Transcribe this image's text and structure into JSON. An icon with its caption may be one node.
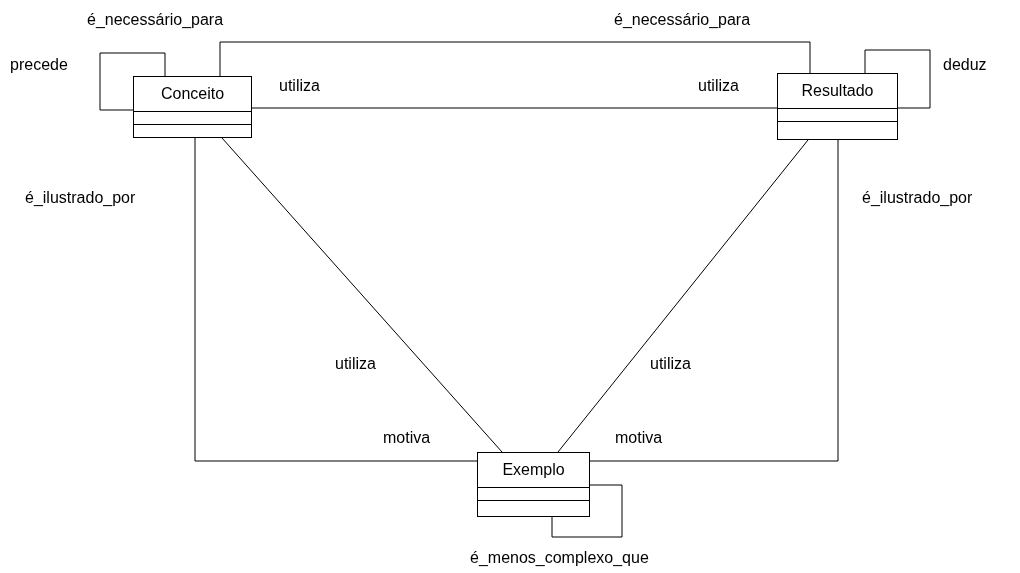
{
  "diagram": {
    "nodes": [
      {
        "text": [
          "Conceito"
        ]
      },
      {
        "text": [
          "Resultado"
        ]
      },
      {
        "text": [
          "Exemplo"
        ]
      }
    ],
    "edges": [
      {
        "from": 0,
        "to": 0,
        "arrow": "none",
        "label": "precede"
      },
      {
        "from": 0,
        "to": 1,
        "arrow": "none",
        "label": "é_necessário_para"
      },
      {
        "from": 0,
        "to": 1,
        "arrow": "none",
        "label": "utiliza"
      },
      {
        "from": 1,
        "to": 1,
        "arrow": "none",
        "label": "deduz"
      },
      {
        "from": 0,
        "to": 2,
        "arrow": "none",
        "label": "é_ilustrado_por"
      },
      {
        "from": 0,
        "to": 2,
        "arrow": "none",
        "label": "utiliza"
      },
      {
        "from": 1,
        "to": 2,
        "arrow": "none",
        "label": "utiliza"
      },
      {
        "from": 1,
        "to": 2,
        "arrow": "none",
        "label": "é_ilustrado_por"
      },
      {
        "from": 2,
        "to": 2,
        "arrow": "none",
        "label": "é_menos_complexo_que"
      }
    ],
    "labels": [
      "é_necessário_para",
      "utiliza",
      "motiva",
      "motiva"
    ]
  }
}
